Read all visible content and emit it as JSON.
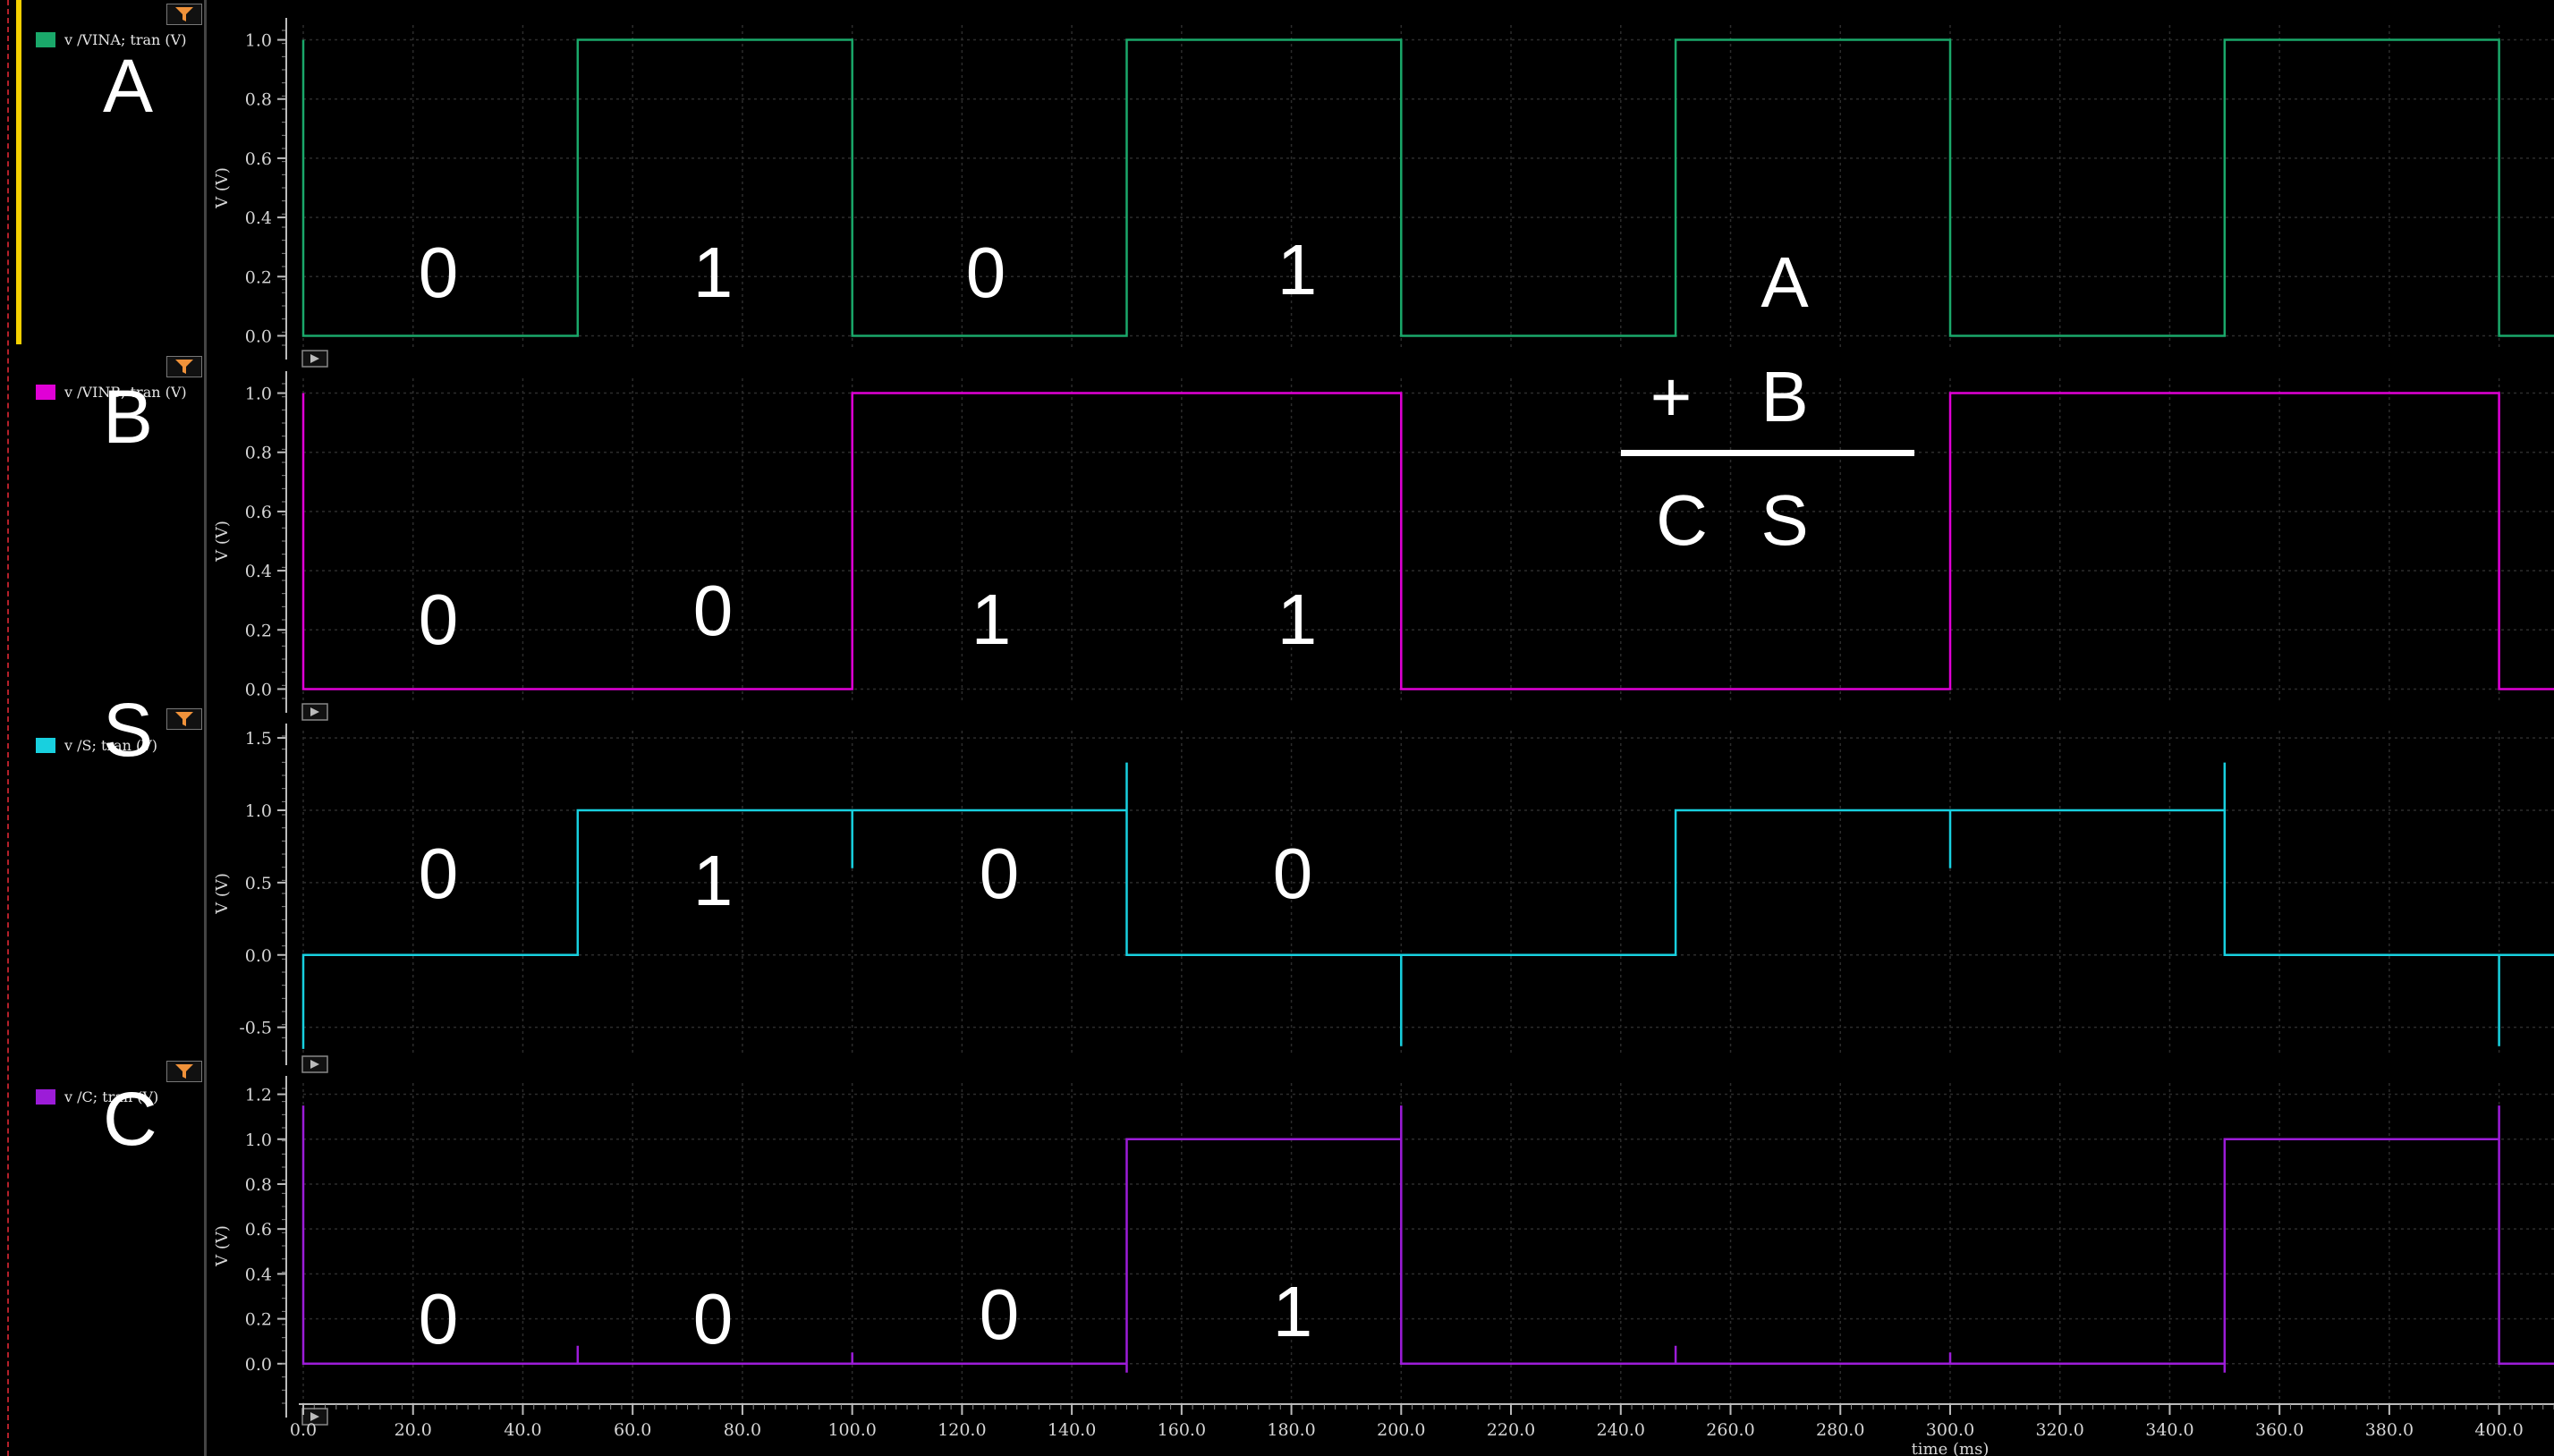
{
  "chart_data": {
    "type": "line",
    "xlabel": "time (ms)",
    "xlim": [
      0,
      410
    ],
    "xticks": [
      "0.0",
      "20.0",
      "40.0",
      "60.0",
      "80.0",
      "100.0",
      "120.0",
      "140.0",
      "160.0",
      "180.0",
      "200.0",
      "220.0",
      "240.0",
      "260.0",
      "280.0",
      "300.0",
      "320.0",
      "340.0",
      "360.0",
      "380.0",
      "400.0"
    ],
    "ylabel": "V (V)",
    "panels": [
      {
        "name": "v /VINA; tran (V)",
        "label": "A",
        "color": "#1aa86a",
        "ylim": [
          -0.05,
          1.05
        ],
        "yticks": [
          "0.0",
          "0.2",
          "0.4",
          "0.6",
          "0.8",
          "1.0"
        ],
        "x": [
          0,
          0,
          0,
          50,
          50,
          100,
          100,
          150,
          150,
          200,
          200,
          250,
          250,
          300,
          300,
          350,
          350,
          400,
          400,
          410
        ],
        "y": [
          0,
          1,
          0,
          0,
          1,
          1,
          0,
          0,
          1,
          1,
          0,
          0,
          1,
          1,
          0,
          0,
          1,
          1,
          0,
          0
        ],
        "overlay": [
          "0",
          "1",
          "0",
          "1"
        ]
      },
      {
        "name": "v /VINB; tran (V)",
        "label": "B",
        "color": "#e000d6",
        "ylim": [
          -0.05,
          1.05
        ],
        "yticks": [
          "0.0",
          "0.2",
          "0.4",
          "0.6",
          "0.8",
          "1.0"
        ],
        "x": [
          0,
          0,
          0,
          100,
          100,
          200,
          200,
          300,
          300,
          400,
          400,
          410
        ],
        "y": [
          0,
          1,
          0,
          0,
          1,
          1,
          0,
          0,
          1,
          1,
          0,
          0
        ],
        "overlay": [
          "0",
          "0",
          "1",
          "1"
        ]
      },
      {
        "name": "v /S; tran (V)",
        "label": "S",
        "color": "#18d0df",
        "ylim": [
          -0.7,
          1.55
        ],
        "yticks": [
          "-0.5",
          "0.0",
          "0.5",
          "1.0",
          "1.5"
        ],
        "x": [
          0,
          0,
          0,
          50,
          50,
          100,
          100,
          100,
          150,
          150,
          150,
          200,
          200,
          200,
          250,
          250,
          300,
          300,
          300,
          350,
          350,
          350,
          400,
          400,
          400,
          410
        ],
        "y": [
          0,
          -0.65,
          0,
          0,
          1,
          1,
          0.6,
          1,
          1,
          1.33,
          0,
          0,
          -0.63,
          0,
          0,
          1,
          1,
          0.6,
          1,
          1,
          1.33,
          0,
          0,
          -0.63,
          0,
          0
        ],
        "overlay": [
          "0",
          "1",
          "0",
          "0"
        ]
      },
      {
        "name": "v /C; tran (V)",
        "label": "C",
        "color": "#9c1cd8",
        "ylim": [
          -0.2,
          1.25
        ],
        "yticks": [
          "0.0",
          "0.2",
          "0.4",
          "0.6",
          "0.8",
          "1.0",
          "1.2"
        ],
        "x": [
          0,
          0,
          0,
          50,
          50,
          50,
          100,
          100,
          100,
          150,
          150,
          150,
          200,
          200,
          200,
          250,
          250,
          250,
          300,
          300,
          300,
          350,
          350,
          350,
          400,
          400,
          400,
          410
        ],
        "y": [
          0,
          1.15,
          0,
          0,
          0.08,
          0,
          0,
          0.05,
          0,
          0,
          -0.04,
          1,
          1,
          1.15,
          0,
          0,
          0.08,
          0,
          0,
          0.05,
          0,
          0,
          -0.04,
          1,
          1,
          1.15,
          0,
          0
        ],
        "overlay": [
          "0",
          "0",
          "0",
          "1"
        ]
      }
    ],
    "annotation": {
      "top": "A",
      "plus": "+",
      "middle": "B",
      "carry": "C",
      "sum": "S"
    }
  }
}
